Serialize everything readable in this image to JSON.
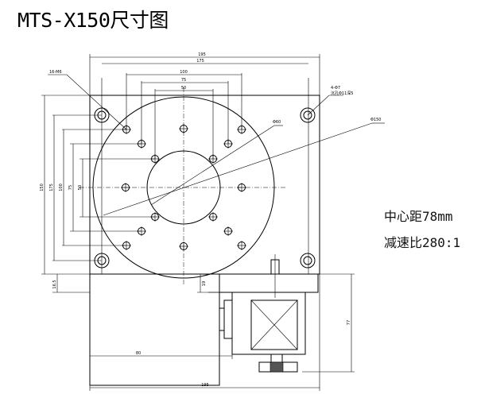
{
  "title": "MTS-X150尺寸图",
  "notes": {
    "center_distance": "中心距78mm",
    "reduction_ratio": "减速比280:1"
  },
  "dimensions": {
    "overall_width_top": "195",
    "width_175": "175",
    "width_100": "100",
    "width_75": "75",
    "width_50": "50",
    "height_150": "150",
    "height_175": "175",
    "height_100": "100",
    "height_75": "75",
    "height_50": "50",
    "small_offset": "16.5",
    "hole_spec_left": "16-M6",
    "hole_spec_right_1": "4-Φ7",
    "hole_spec_right_2": "沉孔Φ11深5",
    "diameter_60": "Φ60",
    "diameter_150": "Φ150",
    "motor_offset": "19",
    "motor_height": "77",
    "motor_left_80": "80",
    "overall_width_bottom": "195"
  }
}
